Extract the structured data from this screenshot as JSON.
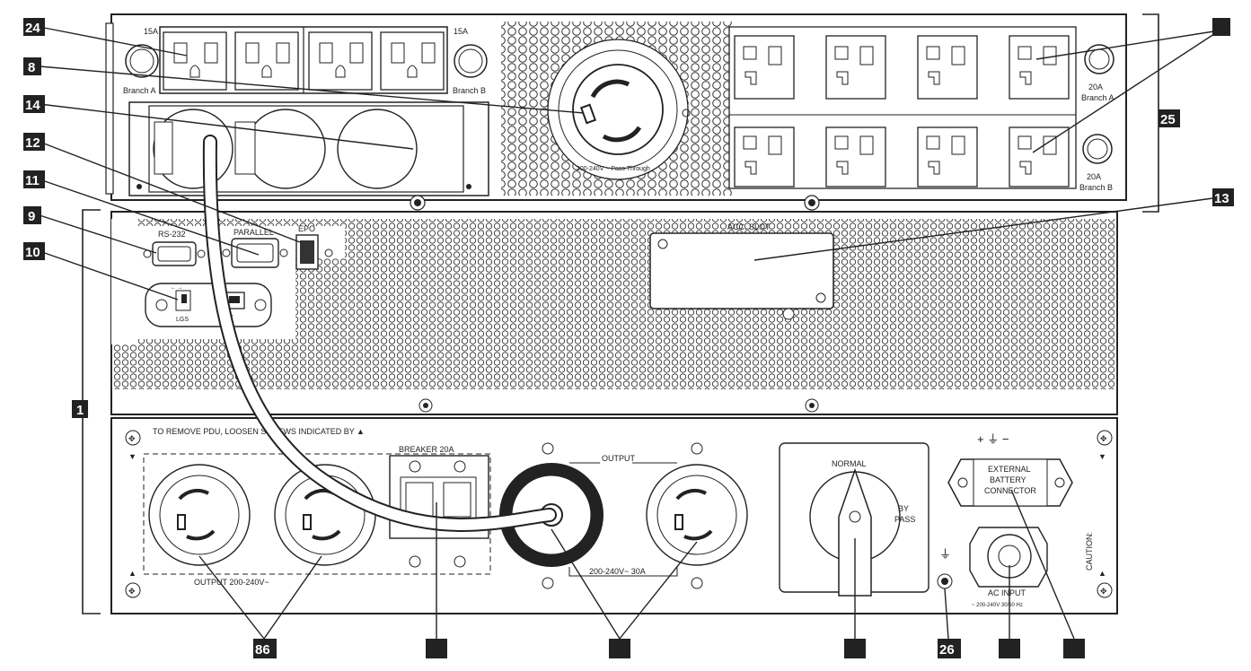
{
  "title": "",
  "top_panel": {
    "branch_a_label": "Branch A",
    "branch_b_label": "Branch B",
    "breaker_15a_left": "15A",
    "breaker_15a_right": "15A",
    "twist_lock_label": "200-240V ~ Pass Through",
    "right_breaker_top_amp": "20A",
    "right_breaker_top_branch": "Branch A",
    "right_breaker_bottom_amp": "20A",
    "right_breaker_bottom_branch": "Branch B"
  },
  "middle_panel": {
    "rs232_label": "RS-232",
    "parallel_label": "PARALLEL",
    "epo_label": "EPO",
    "acc_slot_label": "ACC. SLOT",
    "usb_switch_top": "← →",
    "usb_switch_bottom": "LGS"
  },
  "bottom_panel": {
    "remove_note": "TO REMOVE PDU, LOOSEN SCREWS INDICATED BY ▲",
    "breaker_label": "BREAKER 20A",
    "output_label": "OUTPUT",
    "output_left_label": "OUTPUT  200-240V~",
    "output_right_label": "200-240V~  30A",
    "switch_normal": "NORMAL",
    "switch_bypass_1": "BY",
    "switch_bypass_2": "PASS",
    "ext_batt_1": "EXTERNAL",
    "ext_batt_2": "BATTERY",
    "ext_batt_3": "CONNECTOR",
    "polarity": "+  ⏚  −",
    "ac_input": "AC INPUT",
    "ac_input_sub": "~ 200-240V 30/60 Hz",
    "caution": "CAUTION:"
  },
  "callouts": {
    "c24": "24",
    "c8": "8",
    "c14": "14",
    "c12": "12",
    "c11": "11",
    "c9": "9",
    "c10": "10",
    "c1": "1",
    "c25": "25",
    "c13": "13",
    "c86": "86",
    "c26": "26",
    "blank": ""
  }
}
